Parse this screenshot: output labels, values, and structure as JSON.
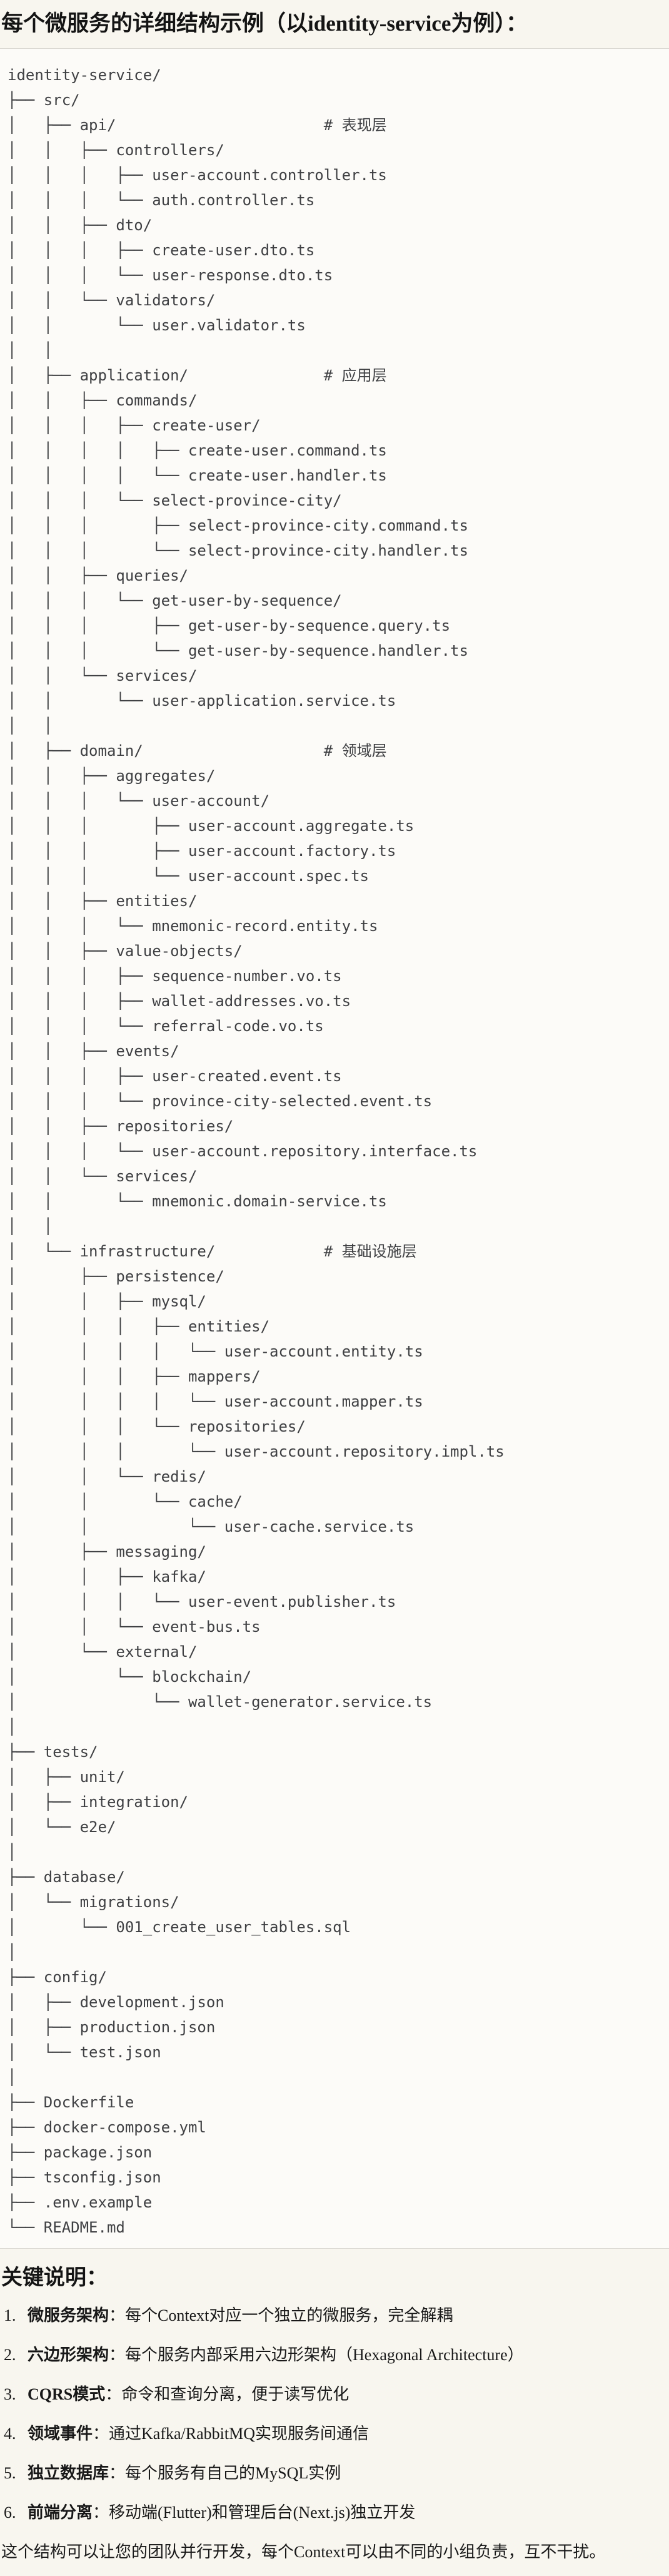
{
  "title": "每个微服务的详细结构示例（以identity-service为例）：",
  "tree": {
    "root": "identity-service/",
    "layer_comments": [
      "# 表现层",
      "# 应用层",
      "# 领域层",
      "# 基础设施层"
    ],
    "lines": [
      "identity-service/",
      "├── src/",
      "│   ├── api/                       # 表现层",
      "│   │   ├── controllers/",
      "│   │   │   ├── user-account.controller.ts",
      "│   │   │   └── auth.controller.ts",
      "│   │   ├── dto/",
      "│   │   │   ├── create-user.dto.ts",
      "│   │   │   └── user-response.dto.ts",
      "│   │   └── validators/",
      "│   │       └── user.validator.ts",
      "│   │",
      "│   ├── application/               # 应用层",
      "│   │   ├── commands/",
      "│   │   │   ├── create-user/",
      "│   │   │   │   ├── create-user.command.ts",
      "│   │   │   │   └── create-user.handler.ts",
      "│   │   │   └── select-province-city/",
      "│   │   │       ├── select-province-city.command.ts",
      "│   │   │       └── select-province-city.handler.ts",
      "│   │   ├── queries/",
      "│   │   │   └── get-user-by-sequence/",
      "│   │   │       ├── get-user-by-sequence.query.ts",
      "│   │   │       └── get-user-by-sequence.handler.ts",
      "│   │   └── services/",
      "│   │       └── user-application.service.ts",
      "│   │",
      "│   ├── domain/                    # 领域层",
      "│   │   ├── aggregates/",
      "│   │   │   └── user-account/",
      "│   │   │       ├── user-account.aggregate.ts",
      "│   │   │       ├── user-account.factory.ts",
      "│   │   │       └── user-account.spec.ts",
      "│   │   ├── entities/",
      "│   │   │   └── mnemonic-record.entity.ts",
      "│   │   ├── value-objects/",
      "│   │   │   ├── sequence-number.vo.ts",
      "│   │   │   ├── wallet-addresses.vo.ts",
      "│   │   │   └── referral-code.vo.ts",
      "│   │   ├── events/",
      "│   │   │   ├── user-created.event.ts",
      "│   │   │   └── province-city-selected.event.ts",
      "│   │   ├── repositories/",
      "│   │   │   └── user-account.repository.interface.ts",
      "│   │   └── services/",
      "│   │       └── mnemonic.domain-service.ts",
      "│   │",
      "│   └── infrastructure/            # 基础设施层",
      "│       ├── persistence/",
      "│       │   ├── mysql/",
      "│       │   │   ├── entities/",
      "│       │   │   │   └── user-account.entity.ts",
      "│       │   │   ├── mappers/",
      "│       │   │   │   └── user-account.mapper.ts",
      "│       │   │   └── repositories/",
      "│       │   │       └── user-account.repository.impl.ts",
      "│       │   └── redis/",
      "│       │       └── cache/",
      "│       │           └── user-cache.service.ts",
      "│       ├── messaging/",
      "│       │   ├── kafka/",
      "│       │   │   └── user-event.publisher.ts",
      "│       │   └── event-bus.ts",
      "│       └── external/",
      "│           └── blockchain/",
      "│               └── wallet-generator.service.ts",
      "│",
      "├── tests/",
      "│   ├── unit/",
      "│   ├── integration/",
      "│   └── e2e/",
      "│",
      "├── database/",
      "│   └── migrations/",
      "│       └── 001_create_user_tables.sql",
      "│",
      "├── config/",
      "│   ├── development.json",
      "│   ├── production.json",
      "│   └── test.json",
      "│",
      "├── Dockerfile",
      "├── docker-compose.yml",
      "├── package.json",
      "├── tsconfig.json",
      "├── .env.example",
      "└── README.md"
    ]
  },
  "notes": {
    "heading": "关键说明：",
    "items": [
      {
        "number": "1.",
        "term": "微服务架构",
        "text": "：每个Context对应一个独立的微服务，完全解耦"
      },
      {
        "number": "2.",
        "term": "六边形架构",
        "text": "：每个服务内部采用六边形架构（Hexagonal Architecture）"
      },
      {
        "number": "3.",
        "term": "CQRS模式",
        "text": "：命令和查询分离，便于读写优化"
      },
      {
        "number": "4.",
        "term": "领域事件",
        "text": "：通过Kafka/RabbitMQ实现服务间通信"
      },
      {
        "number": "5.",
        "term": "独立数据库",
        "text": "：每个服务有自己的MySQL实例"
      },
      {
        "number": "6.",
        "term": "前端分离",
        "text": "：移动端(Flutter)和管理后台(Next.js)独立开发"
      }
    ],
    "footer": "这个结构可以让您的团队并行开发，每个Context可以由不同的小组负责，互不干扰。"
  }
}
